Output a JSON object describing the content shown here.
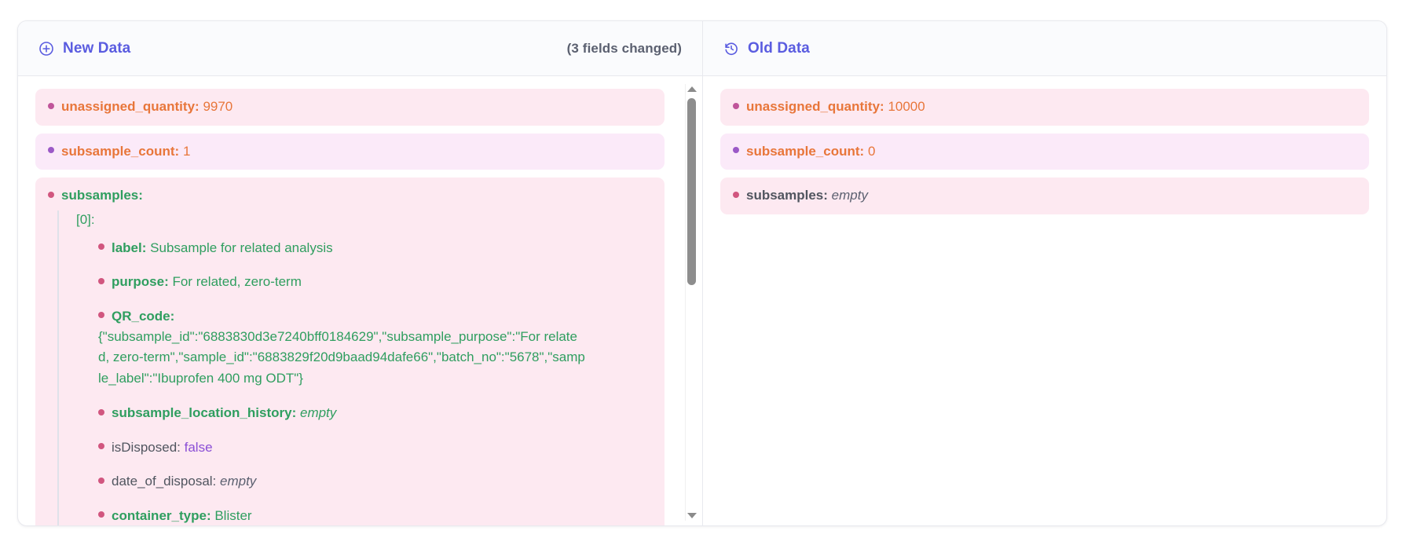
{
  "panels": {
    "new": {
      "icon": "plus-circle-icon",
      "title": "New Data",
      "changed_summary": "(3 fields changed)",
      "rows": [
        {
          "key": "unassigned_quantity",
          "value": "9970"
        },
        {
          "key": "subsample_count",
          "value": "1"
        },
        {
          "key": "subsamples",
          "index_label": "[0]:"
        }
      ],
      "subsample_fields": [
        {
          "key": "label",
          "value": "Subsample for related analysis"
        },
        {
          "key": "purpose",
          "value": "For related, zero-term"
        },
        {
          "key": "QR_code",
          "value": "{\"subsample_id\":\"6883830d3e7240bff0184629\",\"subsample_purpose\":\"For related, zero-term\",\"sample_id\":\"6883829f20d9baad94dafe66\",\"batch_no\":\"5678\",\"sample_label\":\"Ibuprofen 400 mg ODT\"}"
        },
        {
          "key": "subsample_location_history",
          "value": "empty"
        },
        {
          "key": "isDisposed",
          "value": "false"
        },
        {
          "key": "date_of_disposal",
          "value": "empty"
        },
        {
          "key": "container_type",
          "value": "Blister"
        }
      ]
    },
    "old": {
      "icon": "clock-rewind-icon",
      "title": "Old Data",
      "rows": [
        {
          "key": "unassigned_quantity",
          "value": "10000"
        },
        {
          "key": "subsample_count",
          "value": "0"
        },
        {
          "key": "subsamples",
          "value": "empty"
        }
      ]
    }
  },
  "colors": {
    "accent": "#5a5ce0",
    "key_orange": "#e8763a",
    "key_green": "#2f9e5f",
    "value_purple": "#8b4fd6",
    "row_tint_a": "#fde9f1",
    "row_tint_b": "#fbeaf9"
  }
}
